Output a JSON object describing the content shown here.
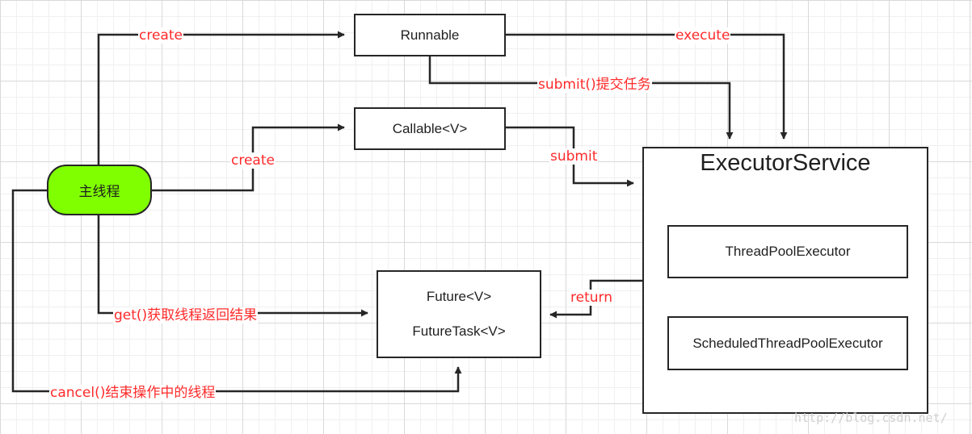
{
  "nodes": {
    "main_thread": "主线程",
    "runnable": "Runnable",
    "callable": "Callable<V>",
    "executor_service": "ExecutorService",
    "thread_pool_executor": "ThreadPoolExecutor",
    "scheduled_thread_pool_executor": "ScheduledThreadPoolExecutor",
    "future": "Future<V>",
    "future_task": "FutureTask<V>"
  },
  "edges": {
    "create_runnable": "create",
    "create_callable": "create",
    "execute": "execute",
    "submit_runnable": "submit()提交任务",
    "submit_callable": "submit",
    "return": "return",
    "get": "get()获取线程返回结果",
    "cancel": "cancel()结束操作中的线程"
  },
  "colors": {
    "edge_label": "#ff2a2a",
    "main_thread_fill": "#80ff00",
    "stroke": "#262626"
  },
  "watermark": "http://blog.csdn.net/"
}
